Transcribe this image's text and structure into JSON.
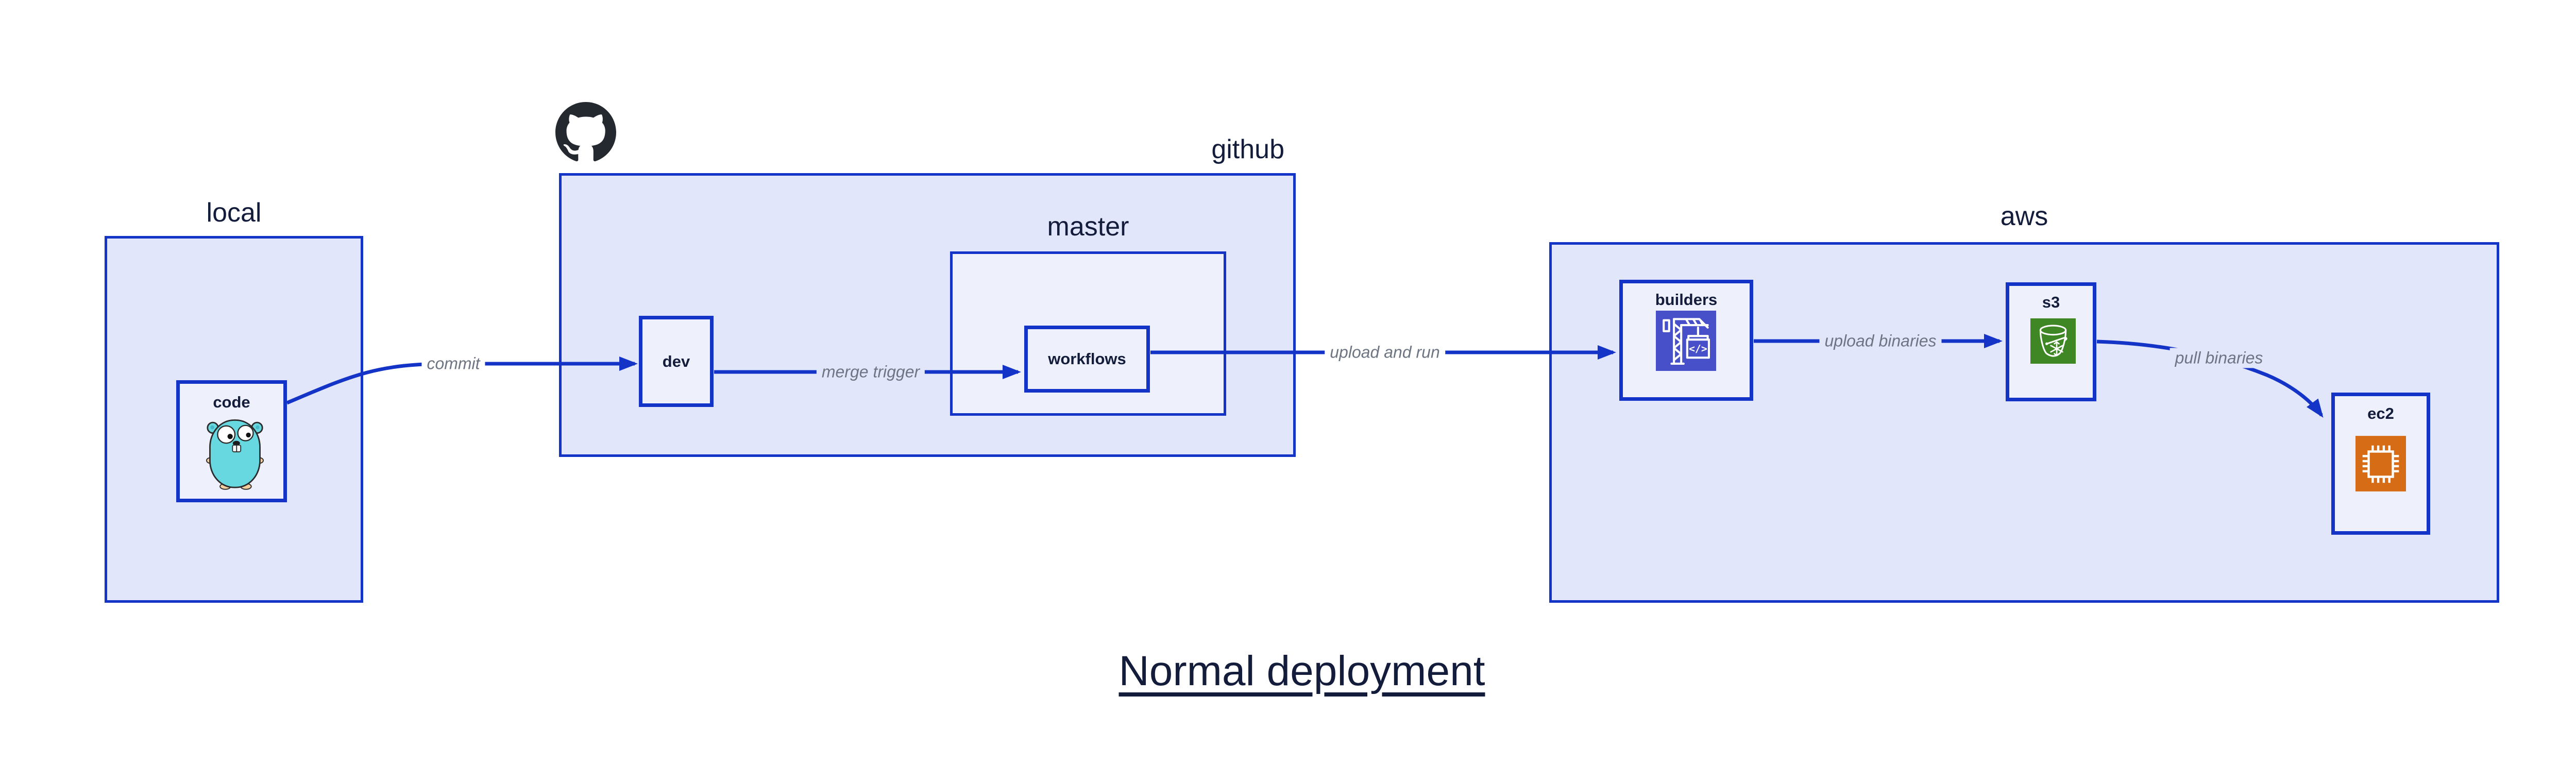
{
  "title": "Normal deployment",
  "containers": [
    {
      "id": "local",
      "label": "local"
    },
    {
      "id": "github",
      "label": "github"
    },
    {
      "id": "master",
      "label": "master"
    },
    {
      "id": "aws",
      "label": "aws"
    }
  ],
  "nodes": [
    {
      "id": "code",
      "label": "code",
      "icon": "go-gopher-icon"
    },
    {
      "id": "dev",
      "label": "dev"
    },
    {
      "id": "workflows",
      "label": "workflows"
    },
    {
      "id": "builders",
      "label": "builders",
      "icon": "codebuild-crane-icon",
      "icon_text": "</>"
    },
    {
      "id": "s3",
      "label": "s3",
      "icon": "s3-glacier-bucket-icon"
    },
    {
      "id": "ec2",
      "label": "ec2",
      "icon": "ec2-chip-icon"
    }
  ],
  "edges": [
    {
      "from": "code",
      "to": "dev",
      "label": "commit"
    },
    {
      "from": "dev",
      "to": "workflows",
      "label": "merge trigger"
    },
    {
      "from": "workflows",
      "to": "builders",
      "label": "upload and run"
    },
    {
      "from": "builders",
      "to": "s3",
      "label": "upload binaries"
    },
    {
      "from": "s3",
      "to": "ec2",
      "label": "pull binaries"
    }
  ],
  "icons": [
    "github-octocat-icon",
    "go-gopher-icon",
    "codebuild-crane-icon",
    "s3-glacier-bucket-icon",
    "ec2-chip-icon"
  ],
  "colors": {
    "canvas_bg": "#ffffff",
    "container_fill": "#e1e6fa",
    "node_fill": "#eef1fc",
    "stroke_blue": "#1434c8",
    "label_navy": "#131c3b",
    "edge_label_gray": "#6e7582",
    "octocat_black": "#24292f",
    "gopher_teal": "#67d7e0",
    "gopher_paw_tan": "#f3cd9e",
    "builders_indigo": "#4750c8",
    "s3_green": "#3f8624",
    "ec2_orange": "#d66c16"
  }
}
